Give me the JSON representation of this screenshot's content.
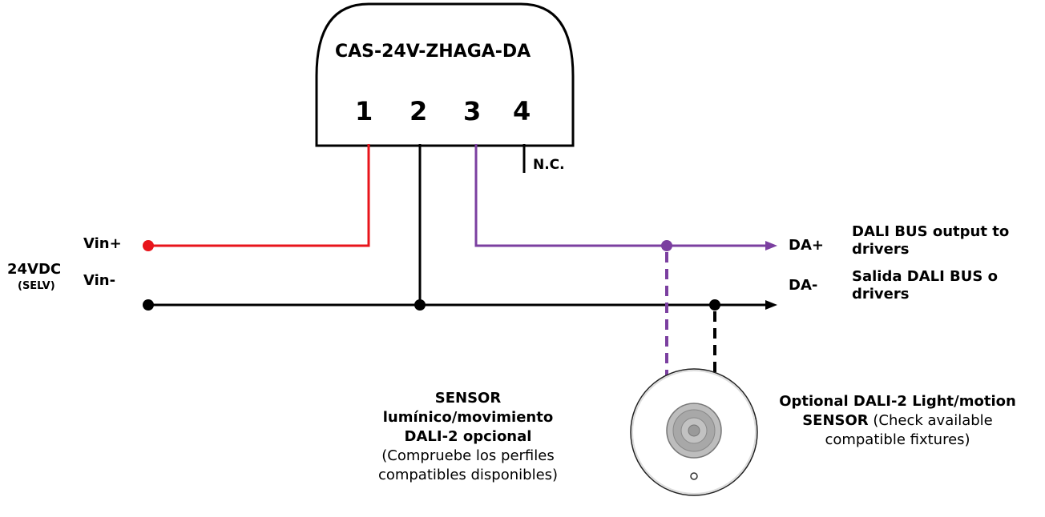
{
  "device": {
    "title": "CAS-24V-ZHAGA-DA",
    "pins": [
      "1",
      "2",
      "3",
      "4"
    ],
    "nc_label": "N.C."
  },
  "power": {
    "voltage": "24VDC",
    "selv": "(SELV)",
    "vin_plus": "Vin+",
    "vin_minus": "Vin-"
  },
  "bus": {
    "da_plus": "DA+",
    "da_minus": "DA-",
    "output_en_line1": "DALI BUS output to",
    "output_en_line2": "drivers",
    "output_es_line1": "Salida DALI BUS o",
    "output_es_line2": "drivers"
  },
  "sensor_es": {
    "line1": "SENSOR",
    "line2": "lumínico/movimiento",
    "line3": "DALI-2 opcional",
    "line4": "(Compruebe los perfiles",
    "line5": "compatibles disponibles)"
  },
  "sensor_en": {
    "line1": "Optional DALI-2 Light/motion",
    "line2_bold": "SENSOR",
    "line2_rest": " (Check available",
    "line3": "compatible fixtures)"
  },
  "colors": {
    "vin_plus_wire": "#e8141b",
    "dali_plus_wire": "#7b3fa0",
    "ground_wire": "#000000"
  }
}
